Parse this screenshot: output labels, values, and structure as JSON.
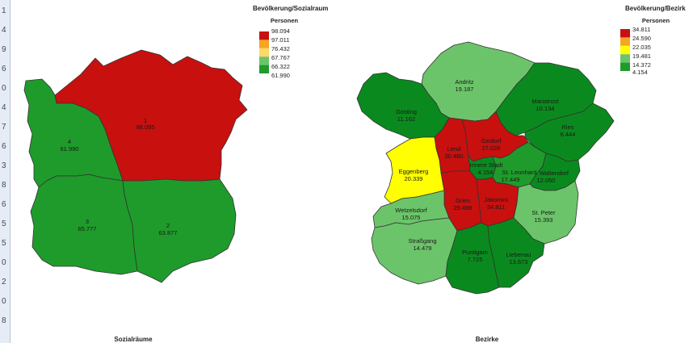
{
  "colors": {
    "red": "#c8100f",
    "orange": "#f5a623",
    "yellow": "#ffff00",
    "light_green": "#6cc46a",
    "green": "#1f9b2b",
    "dark_green": "#0a8a1e"
  },
  "left_map": {
    "legend": {
      "title": "Bevölkerung/Sozialraum",
      "subtitle": "Personen",
      "entries": [
        {
          "value": "98.094",
          "color": "#c8100f"
        },
        {
          "value": "97.011",
          "color": "#f5a623"
        },
        {
          "value": "76.432",
          "color": "#ffd966"
        },
        {
          "value": "67.767",
          "color": "#6cc46a"
        },
        {
          "value": "66.322",
          "color": "#1f9b2b"
        },
        {
          "value": "61.990",
          "color": null
        }
      ]
    },
    "caption": "Sozialräume",
    "regions": [
      {
        "id": "1",
        "value": "98.095",
        "color": "#c8100f"
      },
      {
        "id": "4",
        "value": "61.990",
        "color": "#1f9b2b"
      },
      {
        "id": "3",
        "value": "65.777",
        "color": "#1f9b2b"
      },
      {
        "id": "2",
        "value": "63.877",
        "color": "#1f9b2b"
      }
    ]
  },
  "right_map": {
    "legend": {
      "title": "Bevölkerung/Bezirk",
      "subtitle": "Personen",
      "entries": [
        {
          "value": "34.811",
          "color": "#c8100f"
        },
        {
          "value": "24.590",
          "color": "#f5a623"
        },
        {
          "value": "22.035",
          "color": "#ffff00"
        },
        {
          "value": "19.481",
          "color": "#6cc46a"
        },
        {
          "value": "14.372",
          "color": "#1f9b2b"
        },
        {
          "value": "4.154",
          "color": null
        }
      ]
    },
    "caption": "Bezirke",
    "regions": [
      {
        "name": "Andritz",
        "value": "19.187",
        "color": "#6cc46a"
      },
      {
        "name": "Gösting",
        "value": "11.162",
        "color": "#0a8a1e"
      },
      {
        "name": "Mariatrost",
        "value": "10.134",
        "color": "#0a8a1e"
      },
      {
        "name": "Ries",
        "value": "6.444",
        "color": "#0a8a1e"
      },
      {
        "name": "Lend",
        "value": "30.480",
        "color": "#c8100f"
      },
      {
        "name": "Geidorf",
        "value": "27.026",
        "color": "#c8100f"
      },
      {
        "name": "Innere Stadt",
        "value": "4.154",
        "color": "#0a8a1e"
      },
      {
        "name": "St. Leonhard",
        "value": "17.449",
        "color": "#1f9b2b"
      },
      {
        "name": "Waltendorf",
        "value": "12.050",
        "color": "#0a8a1e"
      },
      {
        "name": "Eggenberg",
        "value": "20.339",
        "color": "#ffff00"
      },
      {
        "name": "Gries",
        "value": "29.498",
        "color": "#c8100f"
      },
      {
        "name": "Jakomini",
        "value": "34.811",
        "color": "#c8100f"
      },
      {
        "name": "St. Peter",
        "value": "15.393",
        "color": "#6cc46a"
      },
      {
        "name": "Wetzelsdorf",
        "value": "15.075",
        "color": "#6cc46a"
      },
      {
        "name": "Straßgang",
        "value": "14.479",
        "color": "#6cc46a"
      },
      {
        "name": "Puntigam",
        "value": "7.725",
        "color": "#0a8a1e"
      },
      {
        "name": "Liebenau",
        "value": "13.673",
        "color": "#0a8a1e"
      }
    ]
  },
  "row_numbers": [
    "1",
    "4",
    "9",
    "6",
    "0",
    "4",
    "7",
    "6",
    "3",
    "8",
    "6",
    "5",
    "5",
    "0",
    "2",
    "0",
    "8"
  ]
}
